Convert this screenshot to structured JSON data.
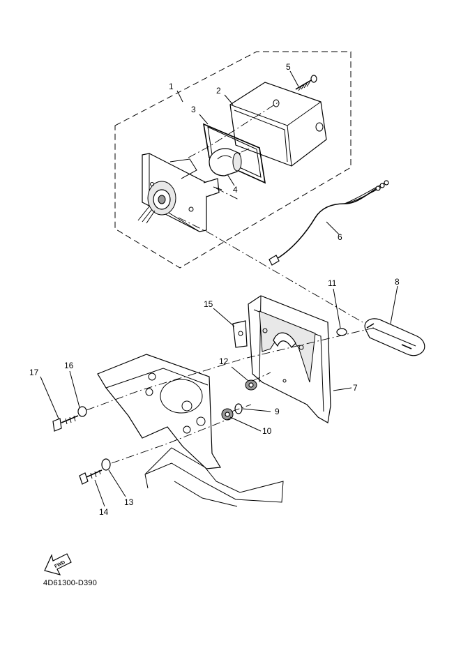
{
  "diagram": {
    "callouts": [
      "1",
      "2",
      "3",
      "4",
      "5",
      "6",
      "7",
      "8",
      "9",
      "10",
      "11",
      "12",
      "13",
      "14",
      "15",
      "16",
      "17"
    ],
    "fwd_arrow_label": "FWD",
    "drawing_code": "4D61300-D390"
  }
}
